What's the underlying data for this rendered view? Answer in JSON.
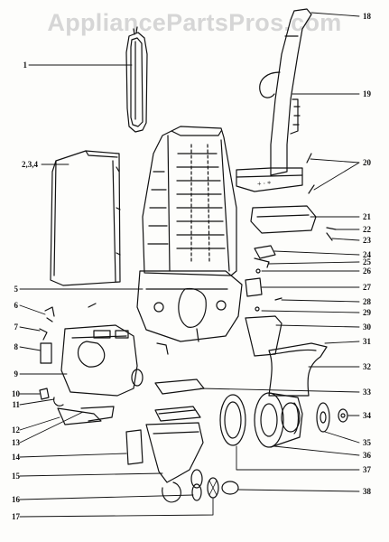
{
  "watermark": "AppliancePartsPros.com",
  "left_labels": [
    {
      "id": "1",
      "text": "1"
    },
    {
      "id": "2-3-4",
      "text": "2,3,4"
    },
    {
      "id": "5",
      "text": "5"
    },
    {
      "id": "6",
      "text": "6"
    },
    {
      "id": "7",
      "text": "7"
    },
    {
      "id": "8",
      "text": "8"
    },
    {
      "id": "9",
      "text": "9"
    },
    {
      "id": "10",
      "text": "10"
    },
    {
      "id": "11",
      "text": "11"
    },
    {
      "id": "12",
      "text": "12"
    },
    {
      "id": "13",
      "text": "13"
    },
    {
      "id": "14",
      "text": "14"
    },
    {
      "id": "15",
      "text": "15"
    },
    {
      "id": "16",
      "text": "16"
    },
    {
      "id": "17",
      "text": "17"
    }
  ],
  "right_labels": [
    {
      "id": "18",
      "text": "18"
    },
    {
      "id": "19",
      "text": "19"
    },
    {
      "id": "20",
      "text": "20"
    },
    {
      "id": "21",
      "text": "21"
    },
    {
      "id": "22",
      "text": "22"
    },
    {
      "id": "23",
      "text": "23"
    },
    {
      "id": "24",
      "text": "24"
    },
    {
      "id": "25",
      "text": "25"
    },
    {
      "id": "26",
      "text": "26"
    },
    {
      "id": "27",
      "text": "27"
    },
    {
      "id": "28",
      "text": "28"
    },
    {
      "id": "29",
      "text": "29"
    },
    {
      "id": "30",
      "text": "30"
    },
    {
      "id": "31",
      "text": "31"
    },
    {
      "id": "32",
      "text": "32"
    },
    {
      "id": "33",
      "text": "33"
    },
    {
      "id": "34",
      "text": "34"
    },
    {
      "id": "35",
      "text": "35"
    },
    {
      "id": "36",
      "text": "36"
    },
    {
      "id": "37",
      "text": "37"
    },
    {
      "id": "38",
      "text": "38"
    }
  ]
}
